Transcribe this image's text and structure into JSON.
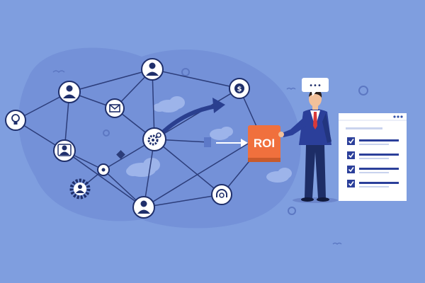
{
  "roi_book": {
    "label": "ROI"
  },
  "speech_bubble": {
    "text": "•••"
  },
  "colors": {
    "background": "#7f9edf",
    "blob": "#7491d8",
    "network_line": "#2c3d7a",
    "node_border": "#1f2f6b",
    "node_fill": "#ffffff",
    "arrow": "#2a3f8f",
    "roi_book": "#f0703d",
    "suit": "#2b3f9a",
    "tie": "#d93a3a",
    "checklist_header": "#3552a8"
  },
  "nodes": [
    {
      "name": "idea-node",
      "icon": "lightbulb-icon"
    },
    {
      "name": "user-node-top-left",
      "icon": "person-icon"
    },
    {
      "name": "user-node-top",
      "icon": "person-icon"
    },
    {
      "name": "mail-node",
      "icon": "envelope-icon"
    },
    {
      "name": "dollar-node",
      "icon": "dollar-icon"
    },
    {
      "name": "team-node",
      "icon": "people-icon"
    },
    {
      "name": "settings-node",
      "icon": "gear-icon"
    },
    {
      "name": "small-dot-node",
      "icon": "dot-icon"
    },
    {
      "name": "user-node-bottom",
      "icon": "person-icon"
    },
    {
      "name": "support-node",
      "icon": "headset-icon"
    },
    {
      "name": "gear-person-icon",
      "icon": "gear-person-icon"
    }
  ],
  "checklist": {
    "items": 4
  }
}
